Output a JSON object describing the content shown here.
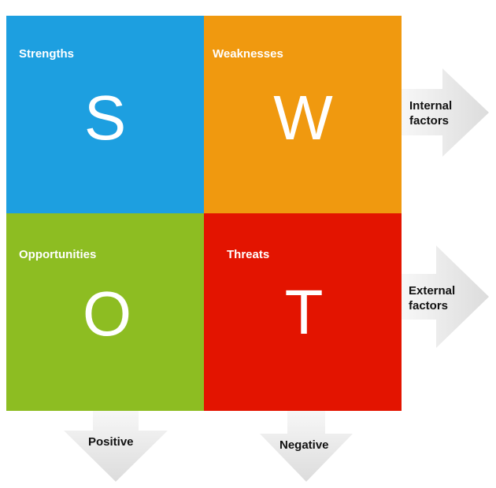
{
  "quadrants": {
    "strengths": {
      "title": "Strengths",
      "letter": "S",
      "color": "#1d9fe0"
    },
    "weaknesses": {
      "title": "Weaknesses",
      "letter": "W",
      "color": "#f0990f"
    },
    "opportunities": {
      "title": "Opportunities",
      "letter": "O",
      "color": "#8dbd22"
    },
    "threats": {
      "title": "Threats",
      "letter": "T",
      "color": "#e31400"
    }
  },
  "arrows": {
    "internal": {
      "label": "Internal\nfactors"
    },
    "external": {
      "label": "External\nfactors"
    },
    "positive": {
      "label": "Positive"
    },
    "negative": {
      "label": "Negative"
    }
  },
  "arrow_color": "#e6e6e6"
}
